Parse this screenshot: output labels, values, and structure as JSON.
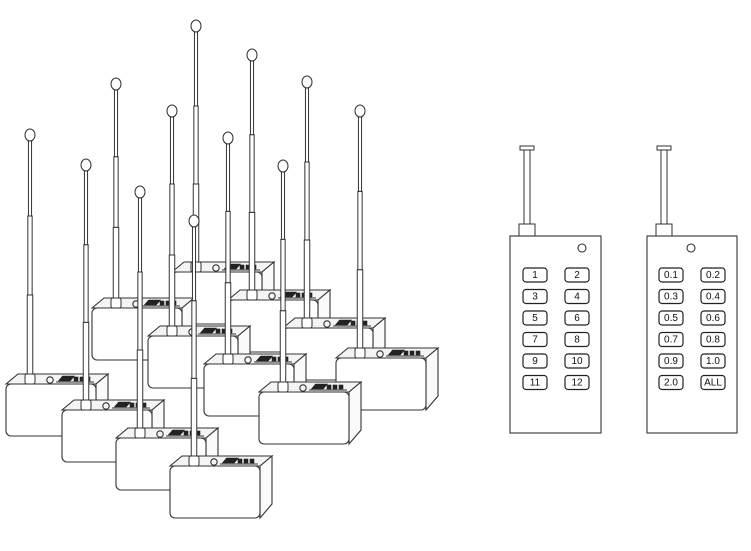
{
  "remote_left": {
    "keys": [
      "1",
      "2",
      "3",
      "4",
      "5",
      "6",
      "7",
      "8",
      "9",
      "10",
      "11",
      "12"
    ]
  },
  "remote_right": {
    "keys": [
      "0.1",
      "0.2",
      "0.3",
      "0.4",
      "0.5",
      "0.6",
      "0.7",
      "0.8",
      "0.9",
      "1.0",
      "2.0",
      "ALL"
    ]
  },
  "receivers": {
    "count": 12
  }
}
